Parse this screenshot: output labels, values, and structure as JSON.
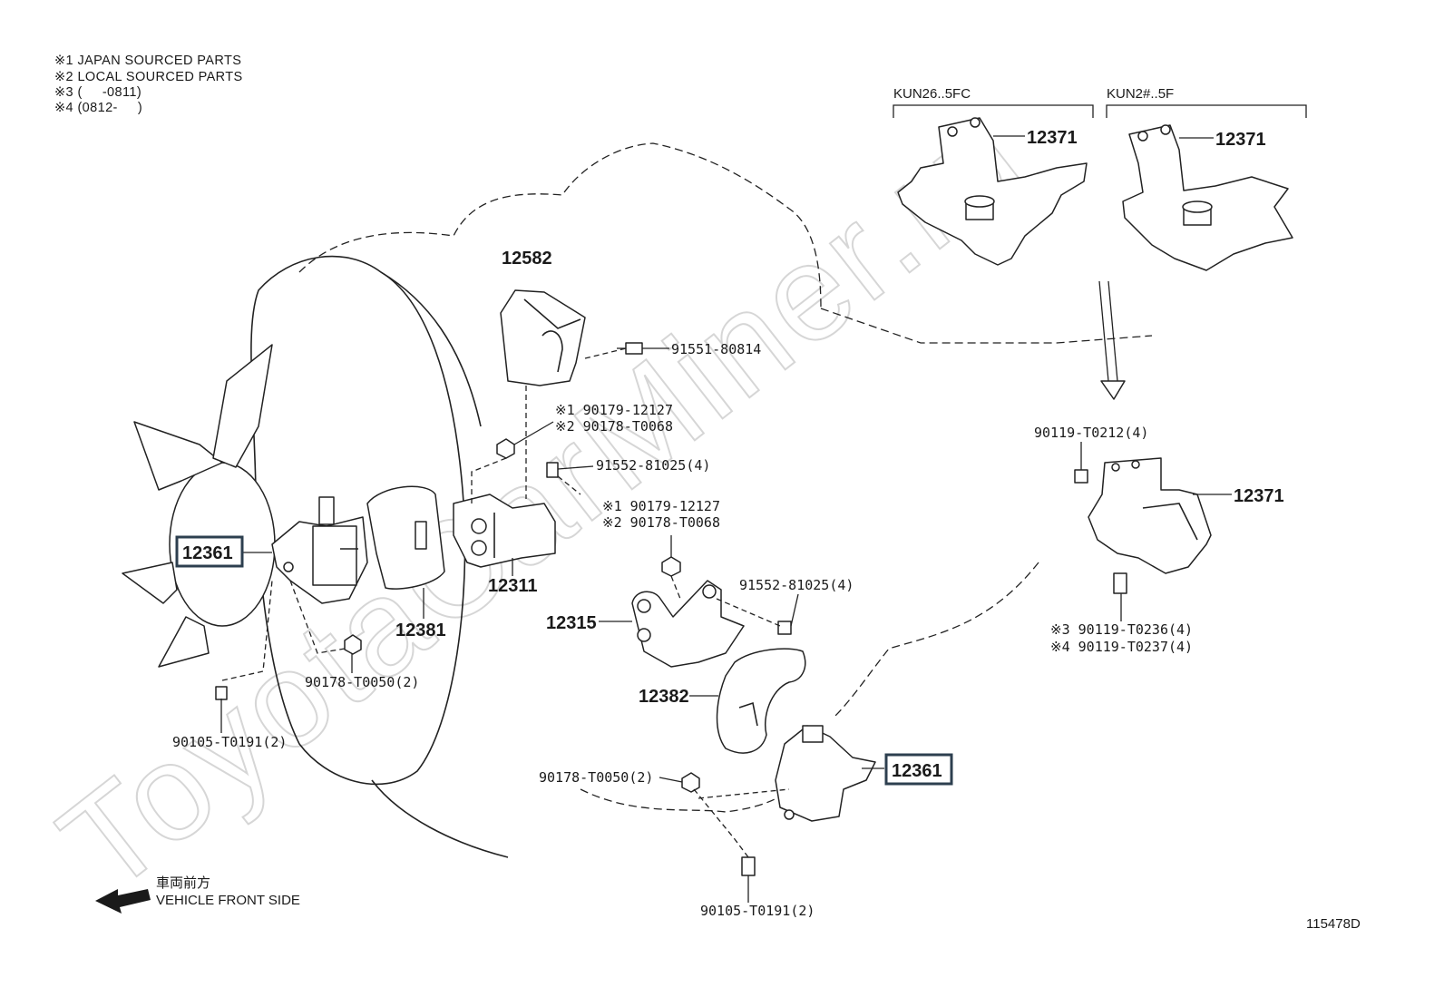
{
  "notes": [
    "※1 JAPAN SOURCED PARTS",
    "※2 LOCAL SOURCED PARTS",
    "※3 (     -0811)",
    "※4 (0812-     )"
  ],
  "variants": {
    "left_label": "KUN26..5FC",
    "right_label": "KUN2#..5F"
  },
  "parts": {
    "p12371_a": "12371",
    "p12371_b": "12371",
    "p12371_c": "12371",
    "p12582": "12582",
    "p12311": "12311",
    "p12381": "12381",
    "p12315": "12315",
    "p12382": "12382",
    "p12361_left": "12361",
    "p12361_right": "12361"
  },
  "fasteners": {
    "f91551": "91551-80814",
    "f90179_a": "※1 90179-12127",
    "f90178_a": "※2 90178-T0068",
    "f91552_a": "91552-81025(4)",
    "f90179_b": "※1 90179-12127",
    "f90178_b": "※2 90178-T0068",
    "f91552_b": "91552-81025(4)",
    "f90119_top": "90119-T0212(4)",
    "f90119_3": "※3 90119-T0236(4)",
    "f90119_4": "※4 90119-T0237(4)",
    "f90178_c": "90178-T0050(2)",
    "f90105_a": "90105-T0191(2)",
    "f90178_d": "90178-T0050(2)",
    "f90105_b": "90105-T0191(2)"
  },
  "direction": {
    "jp": "車両前方",
    "en": "VEHICLE FRONT SIDE"
  },
  "figure_id": "115478D",
  "watermark": "ToyotaCarMiner.ru"
}
